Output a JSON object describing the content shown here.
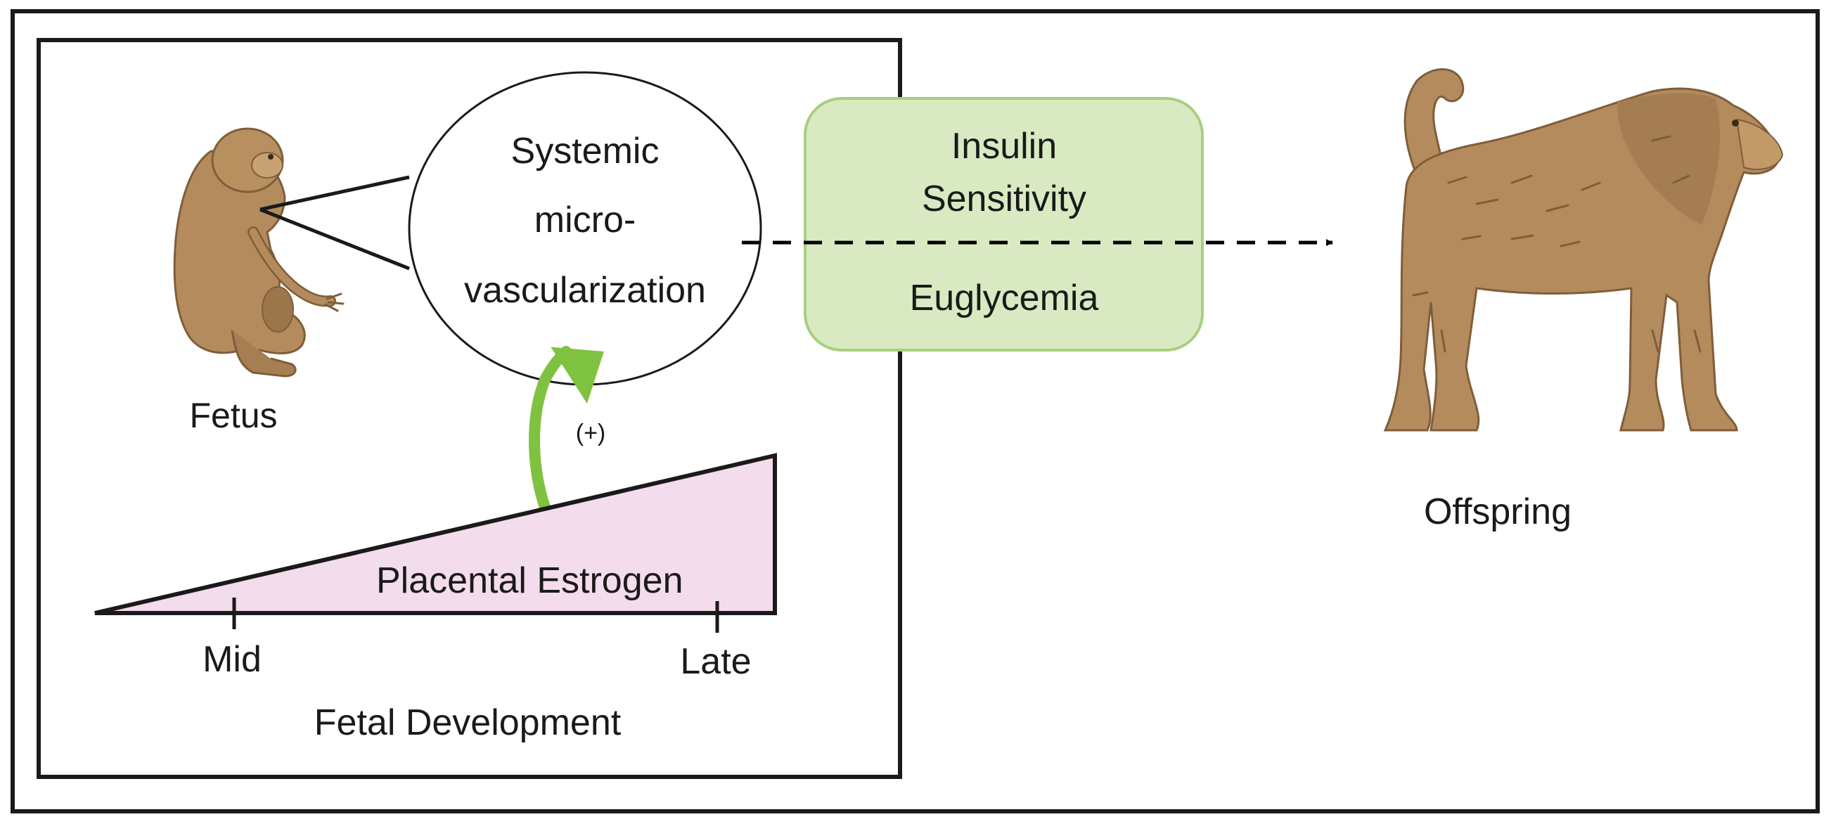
{
  "labels": {
    "fetus": "Fetus",
    "offspring": "Offspring",
    "circle_line1": "Systemic",
    "circle_line2": "micro-",
    "circle_line3": "vascularization",
    "box_line1": "Insulin",
    "box_line2": "Sensitivity",
    "box_line3": "Euglycemia",
    "plus_effect": "(+)",
    "triangle_label": "Placental Estrogen",
    "tick_mid": "Mid",
    "tick_late": "Late",
    "axis_title": "Fetal Development"
  },
  "colors": {
    "outer_border": "#1a1a1a",
    "triangle_fill": "#f3dcec",
    "effect_box_fill": "#d9eac2",
    "effect_box_border": "#a8cf7d",
    "green_arrow": "#7fc241",
    "primate_fill": "#b48b5c",
    "primate_shade": "#7e5e3a"
  },
  "icons": {
    "fetus": "fetus-primate-icon",
    "offspring": "adult-baboon-icon"
  }
}
